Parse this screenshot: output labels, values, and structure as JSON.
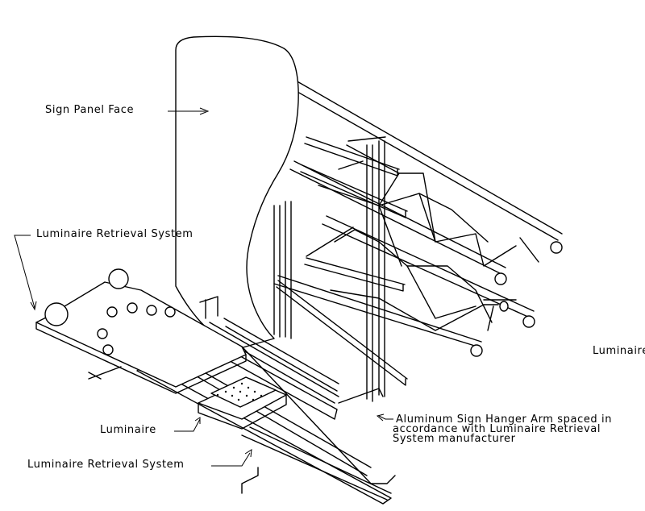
{
  "labels": {
    "sign_panel_face": "Sign Panel Face",
    "lrs_top": "Luminaire Retrieval System",
    "lrs_bottom": "Luminaire Retrieval System",
    "luminaire_left": "Luminaire",
    "luminaire_right": "Luminaire",
    "hanger_line1": "Aluminum  Sign Hanger Arm  spaced in",
    "hanger_line2": "accordance with Luminaire Retrieval",
    "hanger_line3": "System  manufacturer"
  }
}
